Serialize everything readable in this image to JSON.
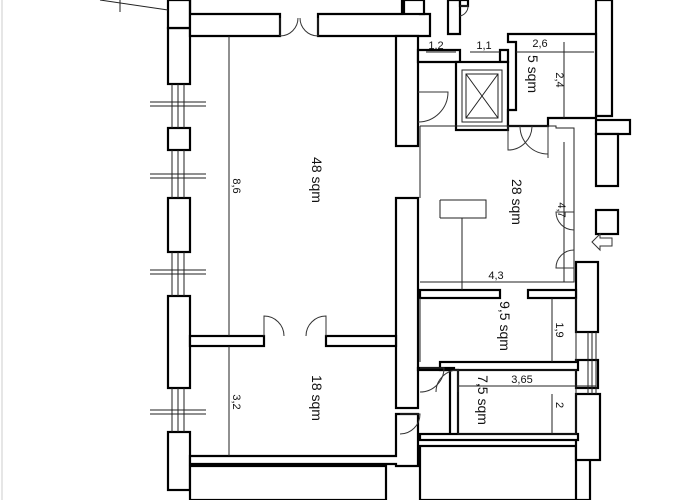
{
  "rooms": {
    "living": {
      "area": "48 sqm",
      "dimension": "8,6"
    },
    "room18": {
      "area": "18 sqm",
      "dimension": "3,2"
    },
    "hall": {
      "area": "28 sqm",
      "dim_vertical": "4,7",
      "dim_horizontal": "4,3"
    },
    "bath5": {
      "area": "5 sqm",
      "dim_horizontal": "2,6",
      "dim_vertical": "2,4"
    },
    "room9": {
      "area": "9,5 sqm",
      "dimension": "1,9"
    },
    "room7": {
      "area": "7,5 sqm",
      "dim_horizontal": "3,65",
      "dim_vertical": "2"
    }
  },
  "small_dims": {
    "d1": "1,2",
    "d2": "1,1"
  },
  "colors": {
    "wall": "#000000",
    "line": "#222222",
    "background": "#ffffff"
  },
  "icons": {
    "elevator": "elevator-shaft-icon",
    "entrance": "entrance-arrow-icon"
  }
}
